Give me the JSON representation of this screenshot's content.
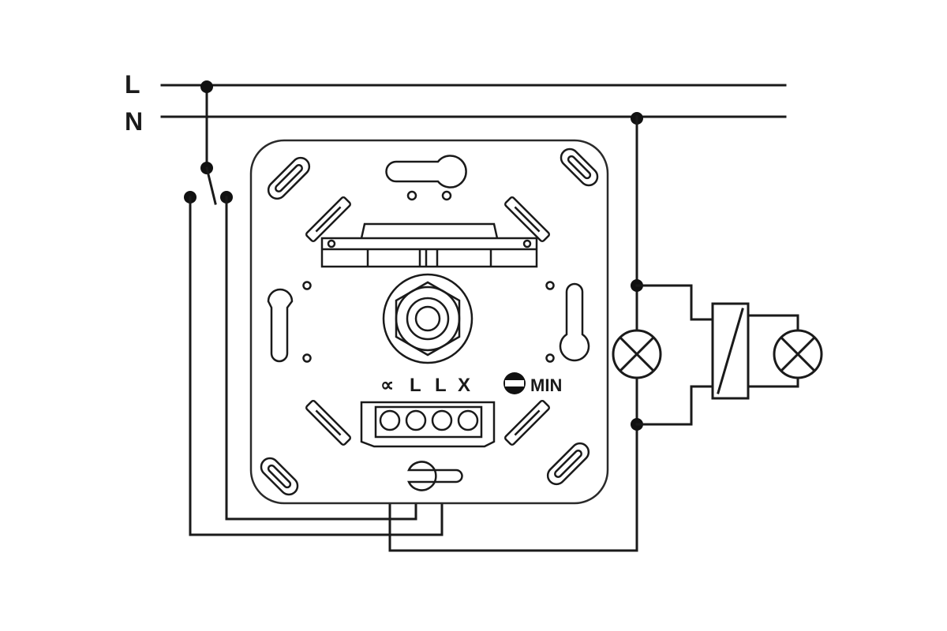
{
  "lines": {
    "live_label": "L",
    "neutral_label": "N"
  },
  "dimmer": {
    "terminal_labels": [
      "∝",
      "L",
      "L",
      "X"
    ],
    "min_label": "MIN"
  },
  "colors": {
    "stroke": "#1a1a1a",
    "background": "#ffffff"
  }
}
